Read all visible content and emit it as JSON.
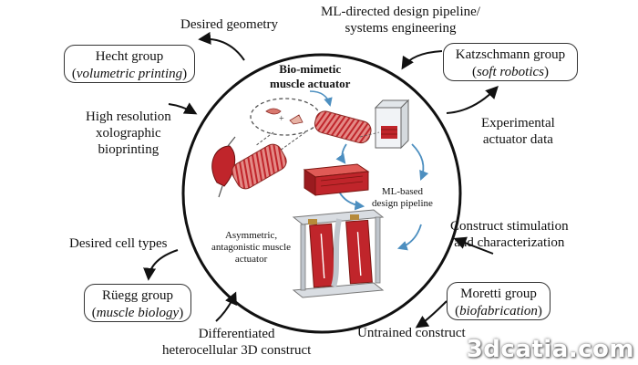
{
  "center": {
    "title_line1": "Bio-mimetic",
    "title_line2": "muscle actuator",
    "ml_line1": "ML-based",
    "ml_line2": "design pipeline",
    "asym_line1": "Asymmetric,",
    "asym_line2": "antagonistic muscle",
    "asym_line3": "actuator"
  },
  "groups": {
    "hecht": {
      "name": "Hecht group",
      "topic": "volumetric printing"
    },
    "katzschmann": {
      "name": "Katzschmann group",
      "topic": "soft robotics"
    },
    "ruegg": {
      "name": "Rüegg group",
      "topic": "muscle biology"
    },
    "moretti": {
      "name": "Moretti group",
      "topic": "biofabrication"
    }
  },
  "flows": {
    "desired_geometry": "Desired geometry",
    "ml_pipeline_line1": "ML-directed design pipeline/",
    "ml_pipeline_line2": "systems engineering",
    "high_res_line1": "High resolution",
    "high_res_line2": "xolographic",
    "high_res_line3": "bioprinting",
    "experimental_line1": "Experimental",
    "experimental_line2": "actuator data",
    "desired_cells": "Desired cell types",
    "stimulation_line1": "Construct stimulation",
    "stimulation_line2": "and characterization",
    "differentiated_line1": "Differentiated",
    "differentiated_line2": "heterocellular 3D construct",
    "untrained": "Untrained construct"
  },
  "watermark": "3dcatia.com",
  "colors": {
    "muscle_red": "#c0252b",
    "muscle_light": "#e48a86",
    "pipeline_blue": "#4d8fc0",
    "outline": "#222222"
  },
  "icons": [
    "cell-sketch-icon",
    "muscle-fiber-icon",
    "printing-vial-icon",
    "actuator-block-icon",
    "actuator-frame-icon"
  ]
}
